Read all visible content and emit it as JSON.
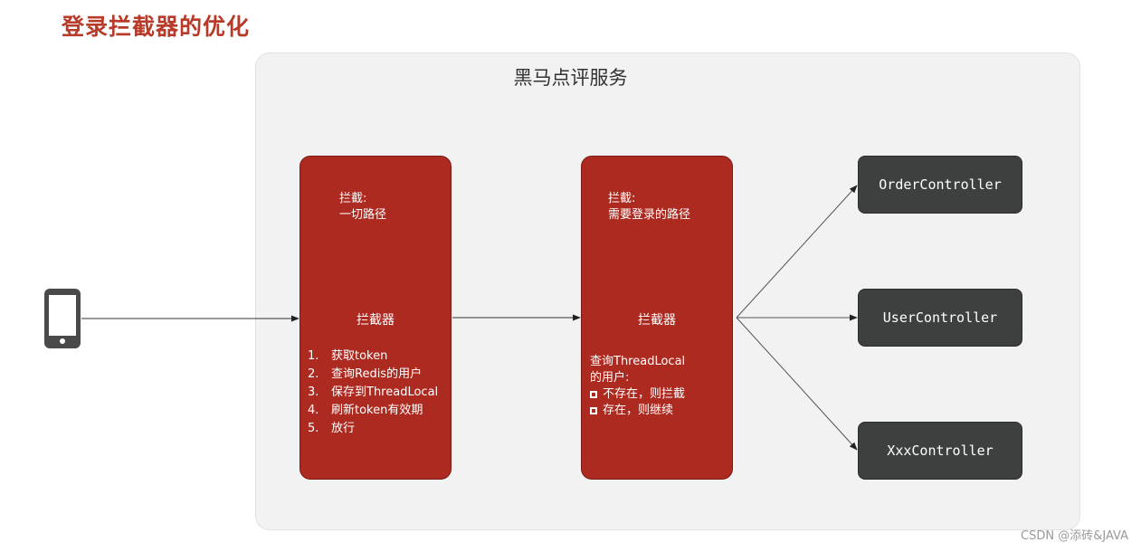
{
  "page_title": "登录拦截器的优化",
  "service": {
    "title": "黑马点评服务"
  },
  "interceptor1": {
    "note_line1": "拦截:",
    "note_line2": "一切路径",
    "title": "拦截器",
    "steps": [
      {
        "num": "1.",
        "text": "获取token"
      },
      {
        "num": "2.",
        "text": "查询Redis的用户"
      },
      {
        "num": "3.",
        "text": "保存到ThreadLocal"
      },
      {
        "num": "4.",
        "text": "刷新token有效期"
      },
      {
        "num": "5.",
        "text": "放行"
      }
    ]
  },
  "interceptor2": {
    "note_line1": "拦截:",
    "note_line2": "需要登录的路径",
    "title": "拦截器",
    "desc_line1": "查询ThreadLocal",
    "desc_line2": "的用户:",
    "options": [
      "不存在，则拦截",
      "存在，则继续"
    ]
  },
  "controllers": [
    "OrderController",
    "UserController",
    "XxxController"
  ],
  "watermark": "CSDN @添砖&JAVA",
  "colors": {
    "title": "#b83b2a",
    "interceptor": "#ad2a20",
    "controller": "#3d403f",
    "service_bg": "#f2f2f2"
  },
  "icons": {
    "client": "smartphone-icon"
  }
}
